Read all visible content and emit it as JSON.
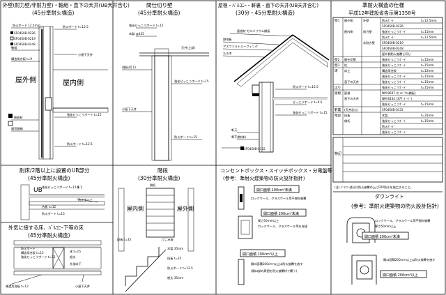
{
  "panels": {
    "p1": {
      "title": "外壁(耐力壁/非耐力壁)・軸組・直下の天井(UB天井含む)",
      "sub": "(45分準耐火構造)",
      "labels": [
        "屋外側",
        "屋内側"
      ],
      "callouts": [
        "防火ボード 12.5mm",
        "SF04S0B-0226",
        "SF04S0B-0219",
        "SF04S0B-0248",
        "軸組",
        "構造用合板 t=9",
        "断熱材",
        "通気胴縁",
        "防火ボード t=12.5",
        "小屋下天井",
        "強化せっこうボード t=15",
        "防火ボード t=12.5"
      ]
    },
    "p2": {
      "title": "間仕切り壁",
      "sub": "(45分準耐火構造)",
      "callouts": [
        "強化せっこうボード t=15",
        "木製 @455",
        "天井(上部)",
        "(間仕切下)",
        "強化せっこうボード t=15",
        "小屋下天井",
        "防火ボード t=15"
      ]
    },
    "p3": {
      "title": "屋根・ﾊﾞﾙｺﾆｰ・軒裏・直下の天井(UB天井含む)",
      "sub": "(30分・45分準耐火構造)",
      "callouts": [
        "屋根材 ガルバリウム鋼板",
        "野地板",
        "アスファルトルーフィング",
        "たる木",
        "防火ボード t=12.5",
        "せっこうボード t=9.5",
        "強化せっこうボード t=15",
        "SF04S0B-0132",
        "軒天",
        "準不燃材料"
      ]
    },
    "p4": {
      "title": "耐床/2階以上に設置のUB部分",
      "sub": "(45分準耐火構造)",
      "ub": "UB",
      "callouts": [
        "強化せっこうボード t=12.5",
        "床下",
        "防火ボード",
        "合板 t=12",
        "防火ボード t=15"
      ]
    },
    "p5": {
      "title": "階段",
      "sub": "(30分準耐火構造)",
      "labels": [
        "屋内側",
        "屋外側"
      ],
      "callouts": [
        "側桁",
        "段板 t=35",
        "けこみ板",
        "木製 35mm",
        "段板 t=35",
        "防火ボード t=12.5",
        "根太 35mm"
      ]
    },
    "p6": {
      "title": "コンセントボックス・スイッチボックス・分電盤等",
      "sub": "(参考：準耐火建築物の防火設計指針)",
      "boxes": [
        "開口面積 100cm²未満",
        "開口面積 200cm²未満",
        "開口面積 100cm²以上"
      ],
      "callouts": [
        "ロックウール、グラスウール等不燃材被覆",
        "厚さ50mm以上",
        "ロックウール、グラスウール等を充填",
        "開口面積100cm²以上は防火被覆を施す",
        "(開口部の周囲を防火被覆材で覆う)"
      ]
    },
    "p7": {
      "title": "外気に接する床、ﾊﾞﾙｺﾆｰ下等の床",
      "sub": "(45分準耐火構造)",
      "callouts": [
        "防火ボード",
        "構造用合板 t=12",
        "強化せっこうボード t=12",
        "床 t=15",
        "根太",
        "外部床下",
        "構造用合板 t=12",
        "小屋下天井"
      ]
    },
    "p8": {
      "title": "ダウンライト",
      "sub": "(参考：準耐火建築物の防火設計指針)",
      "boxes": [
        "開口面積 200cm²未満",
        "開口面積 200cm²以上"
      ],
      "callouts": [
        "ロックウール、グラスウール等不燃材被覆",
        "厚さ50mm以上",
        "開口面積200cm²以上は防火被覆を施す"
      ]
    }
  },
  "spec": {
    "title": "準耐火構造の仕様",
    "subtitle": "平成12年建設省告示第1358号",
    "rows": [
      {
        "group": "壁1",
        "a": "屋外側",
        "b": "外壁",
        "c": "防火ﾎﾞｰﾄﾞ",
        "d": "t=12.5mm"
      },
      {
        "group": "",
        "a": "",
        "b": "",
        "c": "SF04S0B-0226",
        "d": ""
      },
      {
        "group": "",
        "a": "屋内側",
        "b": "耐力壁",
        "c": "強化せっこうﾎﾞｰﾄﾞ",
        "d": "t=15mm"
      },
      {
        "group": "",
        "a": "",
        "b": "",
        "c": "防火ﾎﾞｰﾄﾞ",
        "d": "t=12.5mm"
      },
      {
        "group": "",
        "a": "",
        "b": "非耐力壁",
        "c": "SF04S0B-0219",
        "d": ""
      },
      {
        "group": "",
        "a": "",
        "b": "",
        "c": "SF04S0B-0248",
        "d": ""
      },
      {
        "group": "",
        "a": "",
        "b": "",
        "c": "屋外側防火被覆と同じ",
        "d": ""
      },
      {
        "group": "壁2",
        "a": "間仕切壁",
        "b": "",
        "c": "強化せっこうﾎﾞｰﾄﾞ",
        "d": "t=15mm"
      },
      {
        "group": "壁3",
        "a": "柱",
        "b": "",
        "c": "強化せっこうﾎﾞｰﾄﾞ",
        "d": "t=15mm"
      },
      {
        "group": "床",
        "a": "床上",
        "b": "",
        "c": "構造用合板",
        "d": "t=12mm"
      },
      {
        "group": "",
        "a": "",
        "b": "",
        "c": "強化せっこうﾎﾞｰﾄﾞ",
        "d": "t=15mm"
      },
      {
        "group": "",
        "a": "直下の天井",
        "b": "",
        "c": "強化せっこうﾎﾞｰﾄﾞ",
        "d": "t=15mm"
      },
      {
        "group": "はり",
        "a": "",
        "b": "",
        "c": "強化せっこうﾎﾞｰﾄﾞ",
        "d": "t=15mm"
      },
      {
        "group": "屋根",
        "a": "屋根",
        "b": "",
        "c": "NM-8697 (ｶﾞﾙﾊﾞﾘｳﾑ鋼板)",
        "d": ""
      },
      {
        "group": "",
        "a": "直下の天井",
        "b": "",
        "c": "NM-8334 (37F ﾎﾞｰﾄﾞ)",
        "d": ""
      },
      {
        "group": "",
        "a": "",
        "b": "",
        "c": "強化せっこうﾎﾞｰﾄﾞ",
        "d": "t=15mm"
      },
      {
        "group": "軒裏",
        "a": "(天井含む)",
        "b": "",
        "c": "SF04S0B-0132",
        "d": ""
      },
      {
        "group": "階段",
        "a": "段板",
        "b": "",
        "c": "木製",
        "d": "t=35mm"
      },
      {
        "group": "",
        "a": "側桁",
        "b": "",
        "c": "強化せっこうﾎﾞｰﾄﾞ",
        "d": "t=15mm"
      },
      {
        "group": "",
        "a": "",
        "b": "",
        "c": "防火ﾎﾞｰﾄﾞ",
        "d": ""
      },
      {
        "group": "",
        "a": "",
        "b": "",
        "c": "強化せっこうﾎﾞｰﾄﾞ",
        "d": ""
      }
    ],
    "note_label": "特記",
    "footnote": "(注) ﾊﾞﾙｺﾆｰ部分は防火被覆の上にFRP防水を施工すること。"
  }
}
